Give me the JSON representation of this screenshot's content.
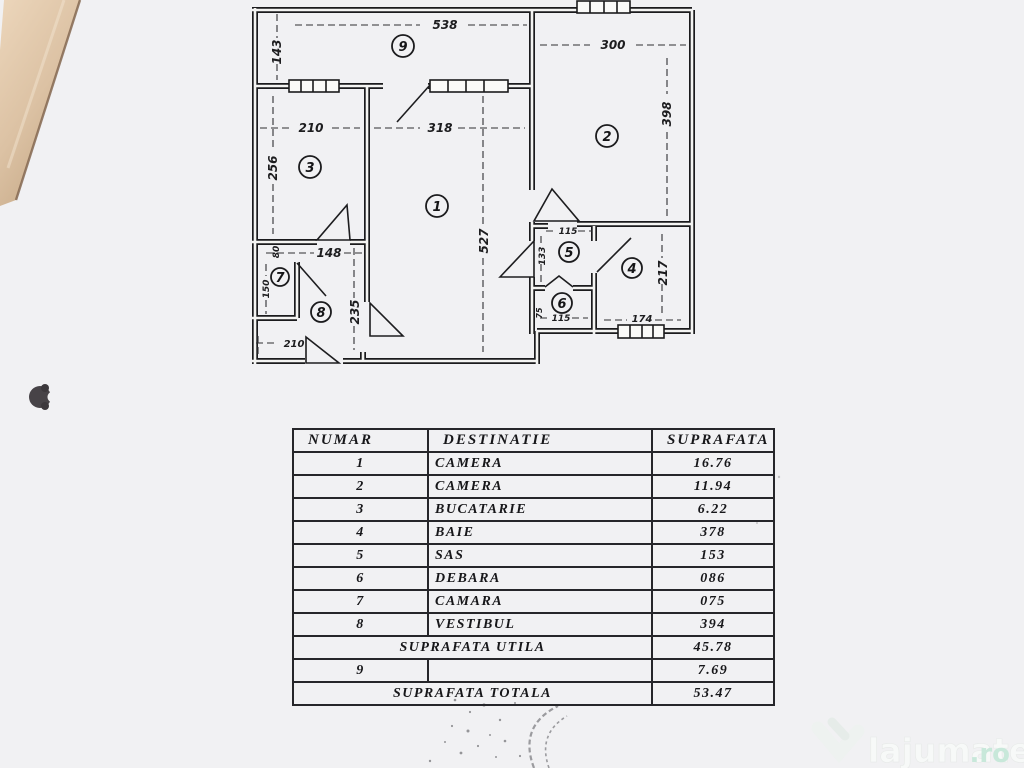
{
  "watermark": {
    "brand": "lajumate",
    "tld": ".ro"
  },
  "plan": {
    "rooms": {
      "r1": "1",
      "r2": "2",
      "r3": "3",
      "r4": "4",
      "r5": "5",
      "r6": "6",
      "r7": "7",
      "r8": "8",
      "r9": "9"
    },
    "dims": {
      "d538": "538",
      "d143": "143",
      "d300": "300",
      "d398": "398",
      "d210a": "210",
      "d318": "318",
      "d256": "256",
      "d527": "527",
      "d148": "148",
      "d80": "80",
      "d150": "150",
      "d235": "235",
      "d210b": "210",
      "d115a": "115",
      "d133": "133",
      "d115b": "115",
      "d75": "75",
      "d174": "174",
      "d217": "217"
    }
  },
  "table": {
    "headers": [
      "NUMAR",
      "DESTINATIE",
      "SUPRAFATA"
    ],
    "rows": [
      {
        "num": "1",
        "dest": "CAMERA",
        "area": "16.76"
      },
      {
        "num": "2",
        "dest": "CAMERA",
        "area": "11.94"
      },
      {
        "num": "3",
        "dest": "BUCATARIE",
        "area": "6.22"
      },
      {
        "num": "4",
        "dest": "BAIE",
        "area": "378"
      },
      {
        "num": "5",
        "dest": "SAS",
        "area": "153"
      },
      {
        "num": "6",
        "dest": "DEBARA",
        "area": "086"
      },
      {
        "num": "7",
        "dest": "CAMARA",
        "area": "075"
      },
      {
        "num": "8",
        "dest": "VESTIBUL",
        "area": "394"
      }
    ],
    "utila": {
      "label": "SUPRAFATA UTILA",
      "value": "45.78"
    },
    "row9": {
      "num": "9",
      "dest": "",
      "area": "7.69"
    },
    "totala": {
      "label": "SUPRAFATA TOTALA",
      "value": "53.47"
    }
  },
  "colors": {
    "ink": "#1d1d1f",
    "paper": "#f1f1f3",
    "wedge_tan": "#dcc2a4",
    "accent_teal": "#c8e8da"
  }
}
